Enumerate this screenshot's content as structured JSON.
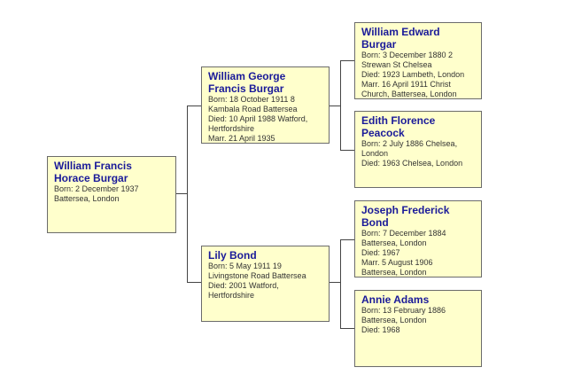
{
  "people": {
    "root": {
      "name": "William Francis Horace Burgar",
      "lines": [
        "Born: 2 December 1937",
        "Battersea, London"
      ]
    },
    "father": {
      "name": "William George Francis Burgar",
      "lines": [
        "Born: 18 October 1911 8",
        "Kambala Road Battersea",
        "Died: 10 April 1988 Watford,",
        "Hertfordshire",
        "Marr. 21 April 1935"
      ]
    },
    "mother": {
      "name": "Lily Bond",
      "lines": [
        "Born: 5 May 1911 19",
        "Livingstone Road Battersea",
        "Died: 2001 Watford,",
        "Hertfordshire"
      ]
    },
    "pgf": {
      "name": "William Edward Burgar",
      "lines": [
        "Born: 3 December 1880 2",
        "Strewan St Chelsea",
        "Died: 1923 Lambeth, London",
        "Marr. 16 April 1911 Christ",
        "Church, Battersea, London"
      ]
    },
    "pgm": {
      "name": "Edith Florence Peacock",
      "lines": [
        "Born: 2 July 1886 Chelsea,",
        "London",
        "Died: 1963 Chelsea, London"
      ]
    },
    "mgf": {
      "name": "Joseph Frederick Bond",
      "lines": [
        "Born: 7 December 1884",
        "Battersea, London",
        "Died: 1967",
        "Marr. 5 August 1906",
        "Battersea, London"
      ]
    },
    "mgm": {
      "name": "Annie Adams",
      "lines": [
        "Born: 13 February 1886",
        "Battersea, London",
        "Died: 1968"
      ]
    }
  }
}
